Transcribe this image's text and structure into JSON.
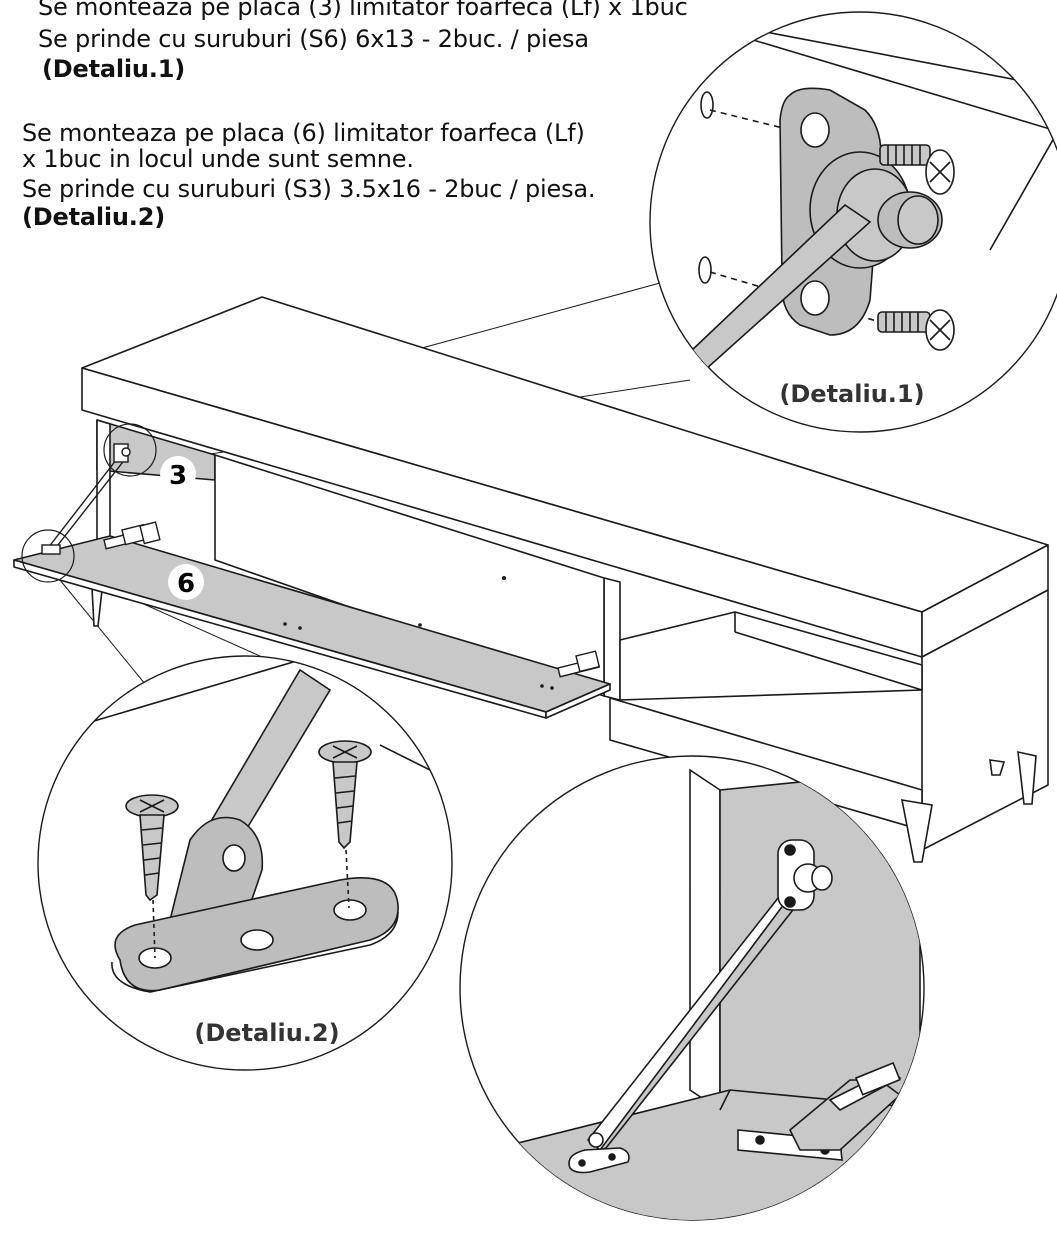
{
  "instructions": {
    "step1": {
      "line1": "Se monteaza pe placa (3) limitator foarfeca (Lf) x 1buc",
      "line2": "Se prinde cu suruburi (S6) 6x13 - 2buc. / piesa",
      "line3": "(Detaliu.1)"
    },
    "step2": {
      "line1": "Se monteaza pe placa (6) limitator foarfeca (Lf)",
      "line2": "x 1buc in locul unde sunt semne.",
      "line3": "Se prinde cu suruburi (S3) 3.5x16 - 2buc / piesa.",
      "line4": "(Detaliu.2)"
    }
  },
  "callouts": {
    "part3": "3",
    "part6": "6",
    "detail1": "(Detaliu.1)",
    "detail2": "(Detaliu.2)"
  },
  "colors": {
    "panel_grey": "#c8c8c8",
    "part_grey": "#bdbdbd",
    "line": "#1a1a1a",
    "badge": "#ffffff"
  }
}
